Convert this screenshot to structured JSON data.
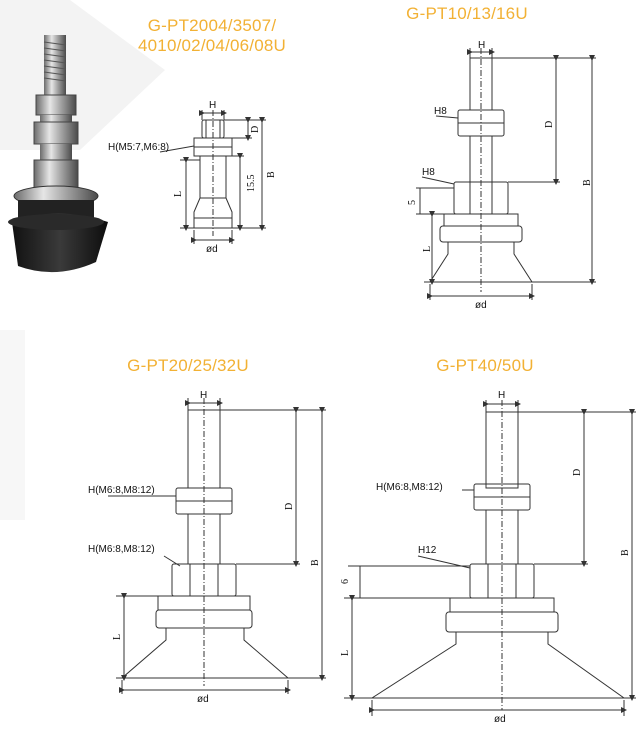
{
  "titles": {
    "pt2004": "G-PT2004/3507/\n4010/02/04/06/08U",
    "pt10": "G-PT10/13/16U",
    "pt20": "G-PT20/25/32U",
    "pt40": "G-PT40/50U"
  },
  "labels": {
    "H": "H",
    "D": "D",
    "B": "B",
    "L": "L",
    "od": "ød",
    "h_m5m6": "H(M5:7,M6:8)",
    "dim_155": "15.5",
    "H8": "H8",
    "dim_5": "5",
    "h_m6m8": "H(M6:8,M8:12)",
    "H12": "H12",
    "dim_6": "6"
  },
  "colors": {
    "title": "#f2b134",
    "line": "#333333"
  }
}
